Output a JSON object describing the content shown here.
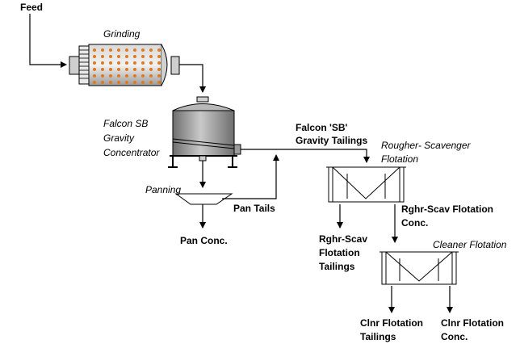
{
  "labels": {
    "feed": "Feed",
    "grinding": "Grinding",
    "falcon": [
      "Falcon SB",
      "Gravity",
      "Concentrator"
    ],
    "falcon_tailings": [
      "Falcon 'SB'",
      "Gravity Tailings"
    ],
    "rougher_scavenger": [
      "Rougher- Scavenger",
      "Flotation"
    ],
    "panning": "Panning",
    "pan_tails": "Pan Tails",
    "pan_conc": "Pan Conc.",
    "rghr_scav_conc": [
      "Rghr-Scav Flotation",
      "Conc."
    ],
    "rghr_scav_tailings": [
      "Rghr-Scav",
      "Flotation",
      "Tailings"
    ],
    "cleaner_flotation": "Cleaner Flotation",
    "clnr_tailings": [
      "Clnr Flotation",
      "Tailings"
    ],
    "clnr_conc": [
      "Clnr Flotation",
      "Conc."
    ]
  },
  "colors": {
    "mill_body": "#b8b8b8",
    "mill_dots": "#e07a1e",
    "vessel": "#9a9a9a",
    "line": "#000000"
  }
}
